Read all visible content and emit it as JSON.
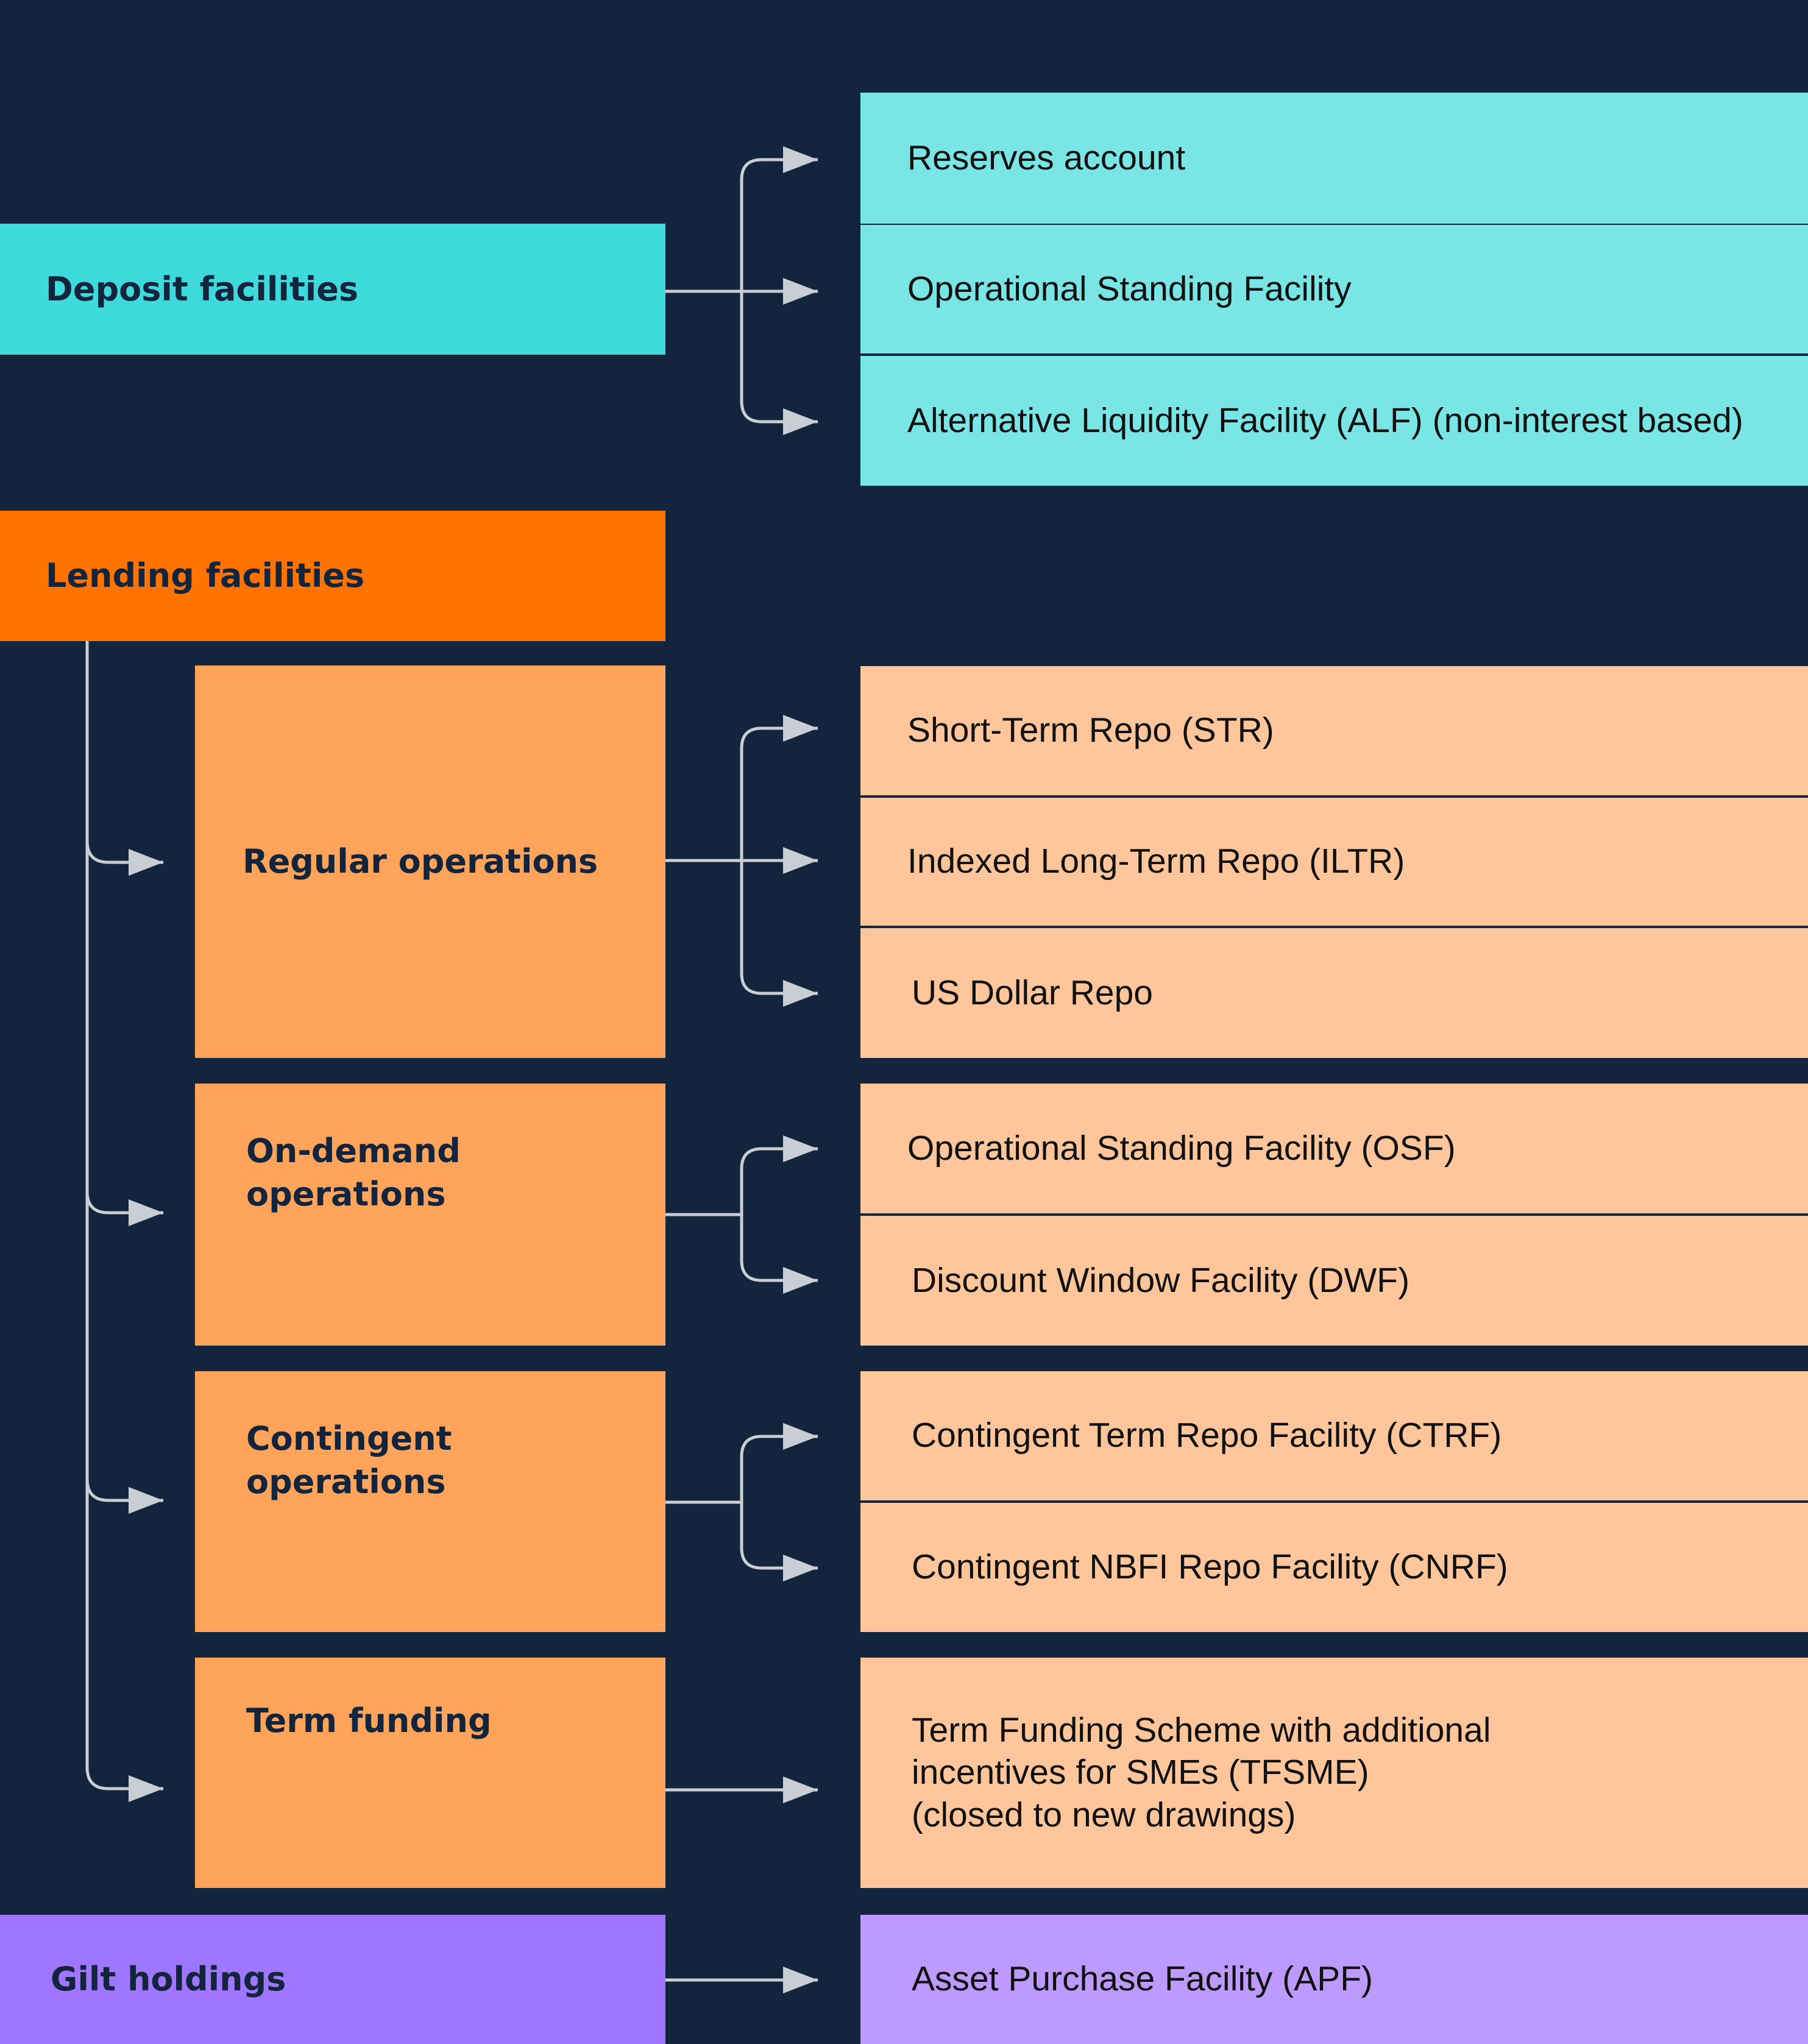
{
  "deposit": {
    "category": "Deposit facilities",
    "items": [
      "Reserves account",
      "Operational Standing Facility",
      "Alternative Liquidity Facility (ALF) (non-interest based)"
    ]
  },
  "lending": {
    "category": "Lending facilities",
    "regular": {
      "label": "Regular operations",
      "items": [
        "Short-Term Repo (STR)",
        "Indexed Long-Term Repo (ILTR)",
        "US Dollar Repo"
      ]
    },
    "on_demand": {
      "label": "On-demand\noperations",
      "items": [
        "Operational Standing Facility (OSF)",
        "Discount Window Facility (DWF)"
      ]
    },
    "contingent": {
      "label": "Contingent\noperations",
      "items": [
        "Contingent Term Repo Facility (CTRF)",
        "Contingent NBFI Repo Facility (CNRF)"
      ]
    },
    "term_funding": {
      "label": "Term funding",
      "items": [
        "Term Funding Scheme with additional\nincentives for SMEs (TFSME)\n(closed to new drawings)"
      ]
    }
  },
  "gilt": {
    "category": "Gilt holdings",
    "items": [
      "Asset Purchase Facility (APF)"
    ]
  },
  "colors": {
    "background": "#13243d",
    "deposit_category": "#3dd9db",
    "deposit_item": "#79e5e5",
    "lending_category": "#ff7300",
    "lending_subcategory": "#ffa45a",
    "lending_item": "#ffc69b",
    "gilt_category": "#9f76ff",
    "gilt_item": "#bd9bfe",
    "connector": "#c9cdd4"
  }
}
